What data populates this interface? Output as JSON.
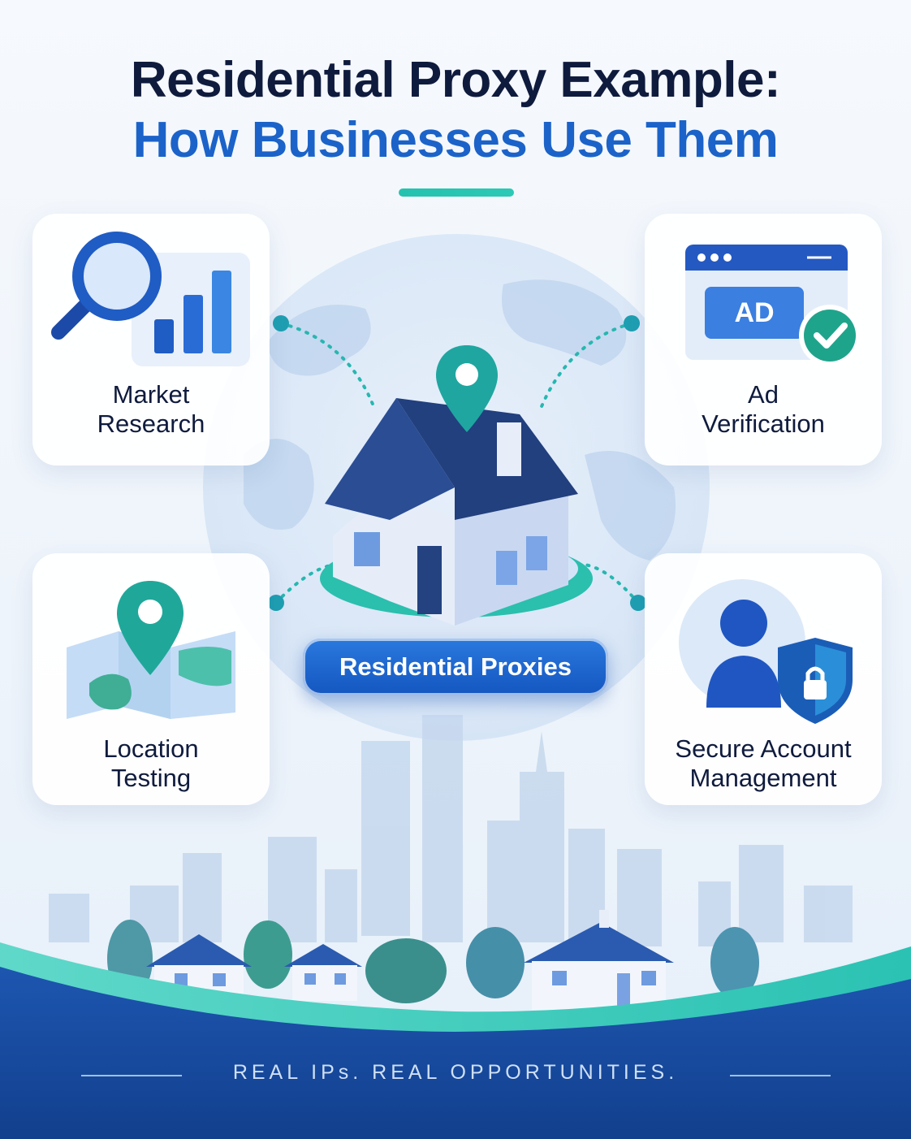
{
  "title": {
    "line1": "Residential Proxy Example:",
    "line2": "How Businesses Use Them"
  },
  "cards": {
    "market": {
      "label_line1": "Market",
      "label_line2": "Research",
      "icons": [
        "magnifier-icon",
        "bar-chart-icon"
      ]
    },
    "ad": {
      "label_line1": "Ad",
      "label_line2": "Verification",
      "badge": "AD",
      "icons": [
        "browser-window-icon",
        "checkmark-icon"
      ]
    },
    "location": {
      "label_line1": "Location",
      "label_line2": "Testing",
      "icons": [
        "map-icon",
        "location-pin-icon"
      ]
    },
    "secure": {
      "label_line1": "Secure Account",
      "label_line2": "Management",
      "icons": [
        "user-icon",
        "shield-lock-icon"
      ]
    }
  },
  "center": {
    "label": "Residential Proxies",
    "icons": [
      "house-icon",
      "location-pin-icon",
      "globe-icon"
    ]
  },
  "footer": {
    "tagline": "REAL IPs. REAL OPPORTUNITIES."
  },
  "colors": {
    "navy": "#0f1b3d",
    "brand_blue": "#1b63c9",
    "teal": "#26c2b0",
    "footer_blue": "#1a4a9a"
  }
}
